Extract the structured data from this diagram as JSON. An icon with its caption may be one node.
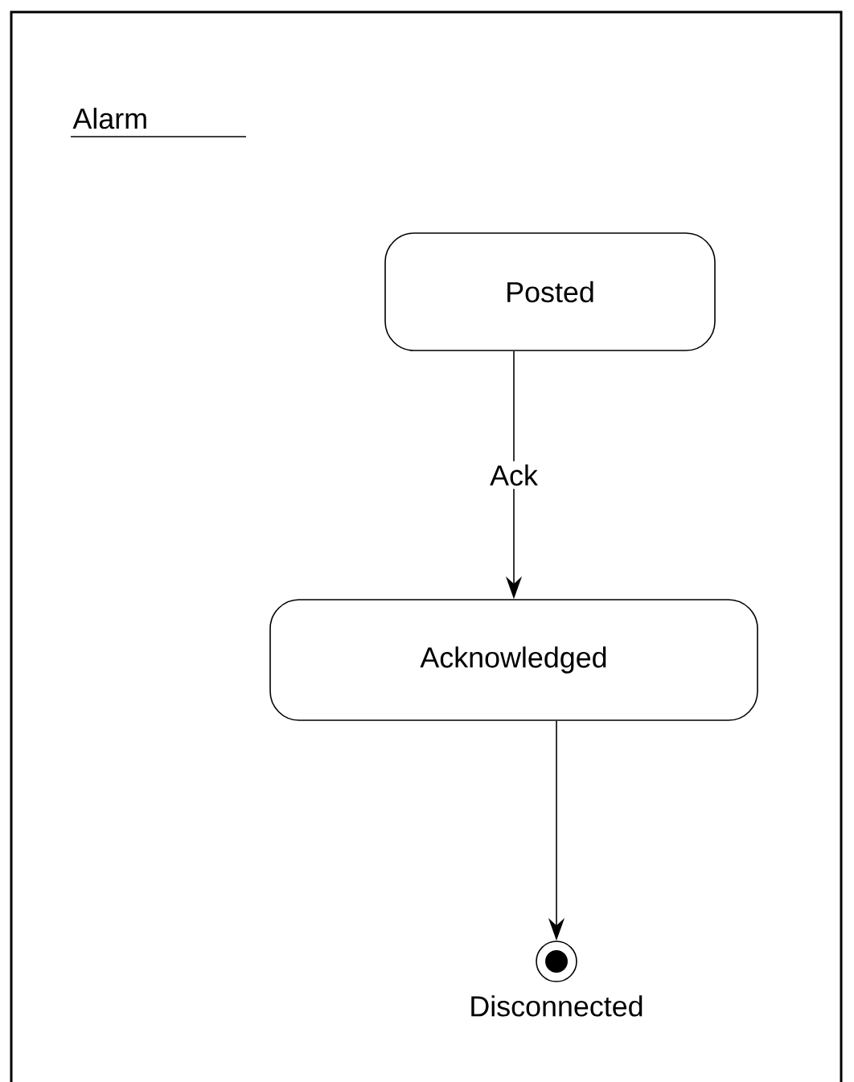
{
  "diagram": {
    "title": "Alarm",
    "nodes": [
      {
        "text": [
          "Posted"
        ]
      },
      {
        "text": [
          "Acknowledged"
        ]
      },
      {
        "text": [],
        "shape": "circle",
        "beside": [
          "Disconnected"
        ]
      }
    ],
    "edges": [
      {
        "from": 0,
        "to": 1,
        "arrow": "to",
        "label": "Ack"
      },
      {
        "from": 1,
        "to": 2,
        "arrow": "to"
      }
    ]
  }
}
